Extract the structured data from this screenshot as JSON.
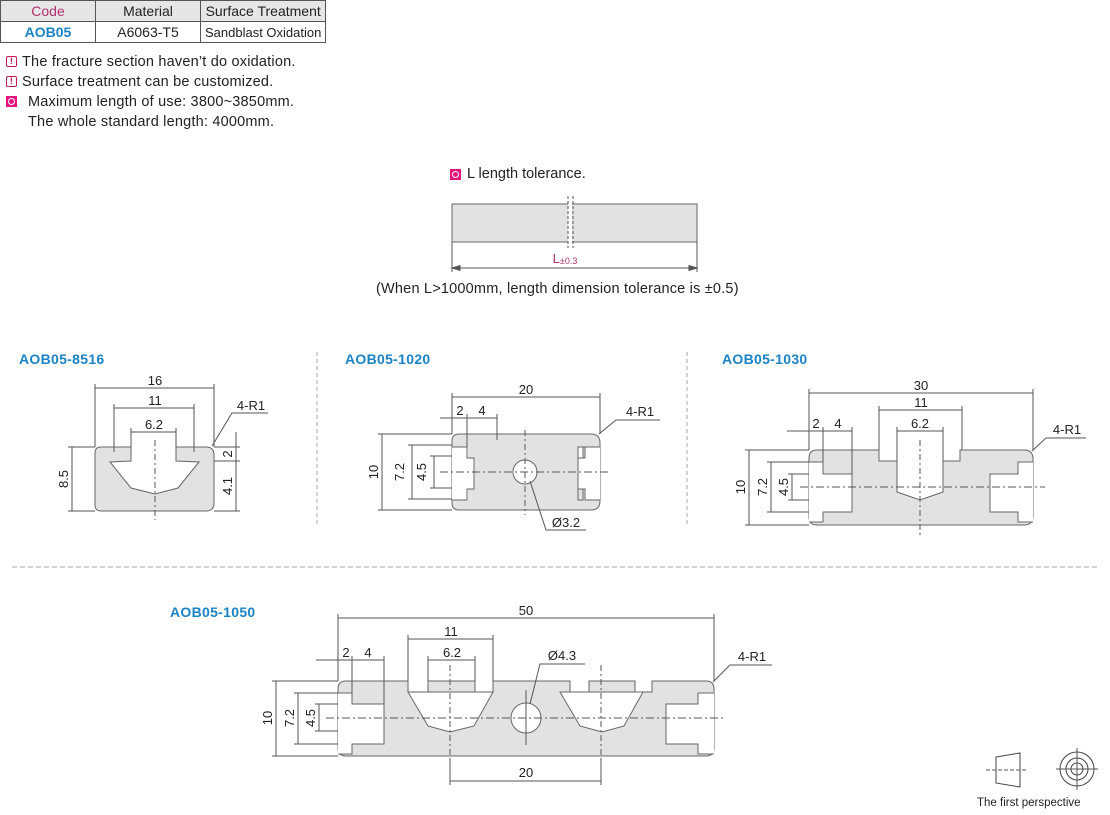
{
  "spec_table": {
    "headers": [
      "Code",
      "Material",
      "Surface Treatment"
    ],
    "row": [
      "AOB05",
      "A6063-T5",
      "Sandblast Oxidation"
    ]
  },
  "notes": [
    {
      "icon": "warning-icon",
      "lines": [
        "The fracture section haven’t do oxidation."
      ]
    },
    {
      "icon": "warning-icon",
      "lines": [
        "Surface treatment can be customized."
      ]
    },
    {
      "icon": "circle-marker-icon",
      "lines": [
        "Maximum length of use: 3800~3850mm.",
        "The whole standard length: 4000mm."
      ]
    }
  ],
  "tolerance": {
    "title": "L length tolerance.",
    "label_main": "L",
    "label_sub": "±0.3",
    "caption": "(When L>1000mm, length dimension tolerance is ±0.5)"
  },
  "parts": {
    "p8516": {
      "title": "AOB05-8516",
      "dims": {
        "width": "16",
        "slot_outer": "11",
        "slot_inner": "6.2",
        "height": "8.5",
        "lip": "2",
        "depth": "4.1",
        "radius": "4-R1"
      }
    },
    "p1020": {
      "title": "AOB05-1020",
      "dims": {
        "width": "20",
        "d2": "2",
        "d4": "4",
        "h10": "10",
        "h72": "7.2",
        "h45": "4.5",
        "radius": "4-R1",
        "hole": "Ø3.2"
      }
    },
    "p1030": {
      "title": "AOB05-1030",
      "dims": {
        "width": "30",
        "slot_outer": "11",
        "slot_inner": "6.2",
        "d2": "2",
        "d4": "4",
        "h10": "10",
        "h72": "7.2",
        "h45": "4.5",
        "radius": "4-R1"
      }
    },
    "p1050": {
      "title": "AOB05-1050",
      "dims": {
        "width": "50",
        "slot_outer": "11",
        "slot_inner": "6.2",
        "d2": "2",
        "d4": "4",
        "h10": "10",
        "h72": "7.2",
        "h45": "4.5",
        "radius": "4-R1",
        "hole": "Ø4.3",
        "pitch": "20"
      }
    }
  },
  "perspective_label": "The first perspective",
  "colors": {
    "profile_fill": "#e2e2e2",
    "accent_blue": "#1b82c4",
    "accent_magenta": "#e4157d",
    "code_header": "#b0306e"
  }
}
